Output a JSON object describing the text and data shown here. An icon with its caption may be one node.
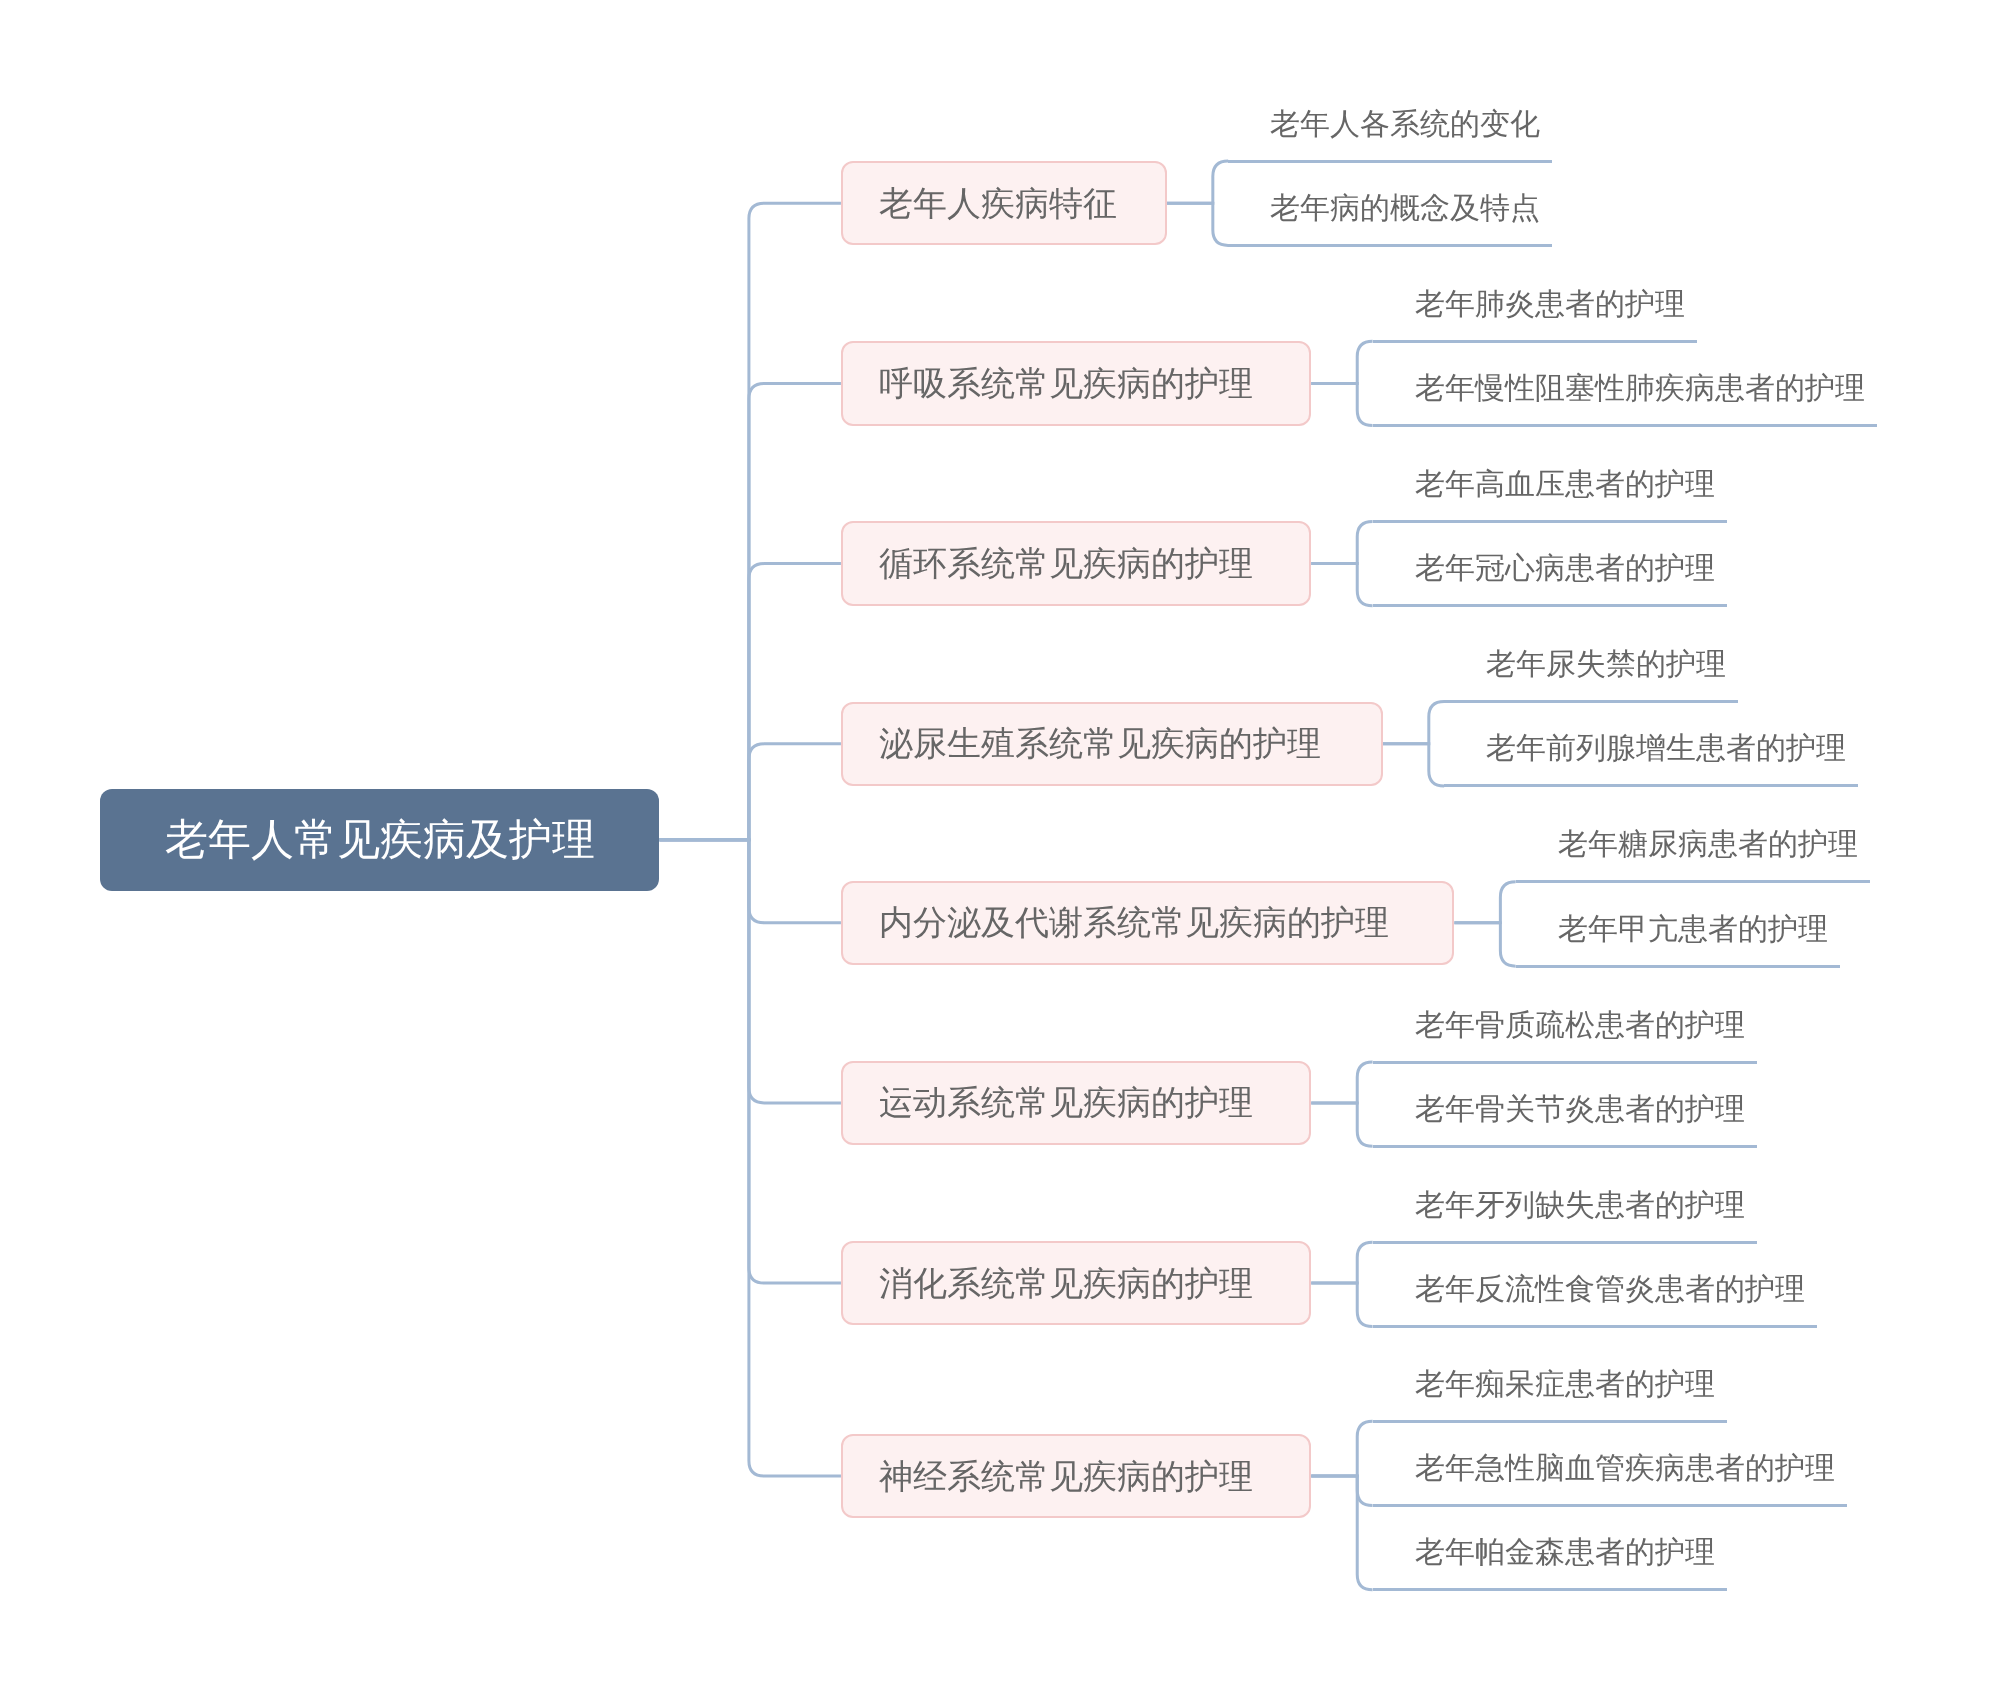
{
  "diagram": {
    "nodes": [
      {
        "text": [
          "老年人常见疾病及护理"
        ]
      },
      {
        "text": [
          "老年人疾病特征"
        ]
      },
      {
        "text": [
          "呼吸系统常见疾病的护理"
        ]
      },
      {
        "text": [
          "循环系统常见疾病的护理"
        ]
      },
      {
        "text": [
          "泌尿生殖系统常见疾病的护理"
        ]
      },
      {
        "text": [
          "内分泌及代谢系统常见疾病的护理"
        ]
      },
      {
        "text": [
          "运动系统常见疾病的护理"
        ]
      },
      {
        "text": [
          "消化系统常见疾病的护理"
        ]
      },
      {
        "text": [
          "神经系统常见疾病的护理"
        ]
      },
      {
        "text": [
          "老年人各系统的变化"
        ]
      },
      {
        "text": [
          "老年病的概念及特点"
        ]
      },
      {
        "text": [
          "老年肺炎患者的护理"
        ]
      },
      {
        "text": [
          "老年慢性阻塞性肺疾病患者的护理"
        ]
      },
      {
        "text": [
          "老年高血压患者的护理"
        ]
      },
      {
        "text": [
          "老年冠心病患者的护理"
        ]
      },
      {
        "text": [
          "老年尿失禁的护理"
        ]
      },
      {
        "text": [
          "老年前列腺增生患者的护理"
        ]
      },
      {
        "text": [
          "老年糖尿病患者的护理"
        ]
      },
      {
        "text": [
          "老年甲亢患者的护理"
        ]
      },
      {
        "text": [
          "老年骨质疏松患者的护理"
        ]
      },
      {
        "text": [
          "老年骨关节炎患者的护理"
        ]
      },
      {
        "text": [
          "老年牙列缺失患者的护理"
        ]
      },
      {
        "text": [
          "老年反流性食管炎患者的护理"
        ]
      },
      {
        "text": [
          "老年痴呆症患者的护理"
        ]
      },
      {
        "text": [
          "老年急性脑血管疾病患者的护理"
        ]
      },
      {
        "text": [
          "老年帕金森患者的护理"
        ]
      }
    ],
    "edges": [
      {
        "from": 0,
        "to": 1,
        "arrow": "none"
      },
      {
        "from": 0,
        "to": 2,
        "arrow": "none"
      },
      {
        "from": 0,
        "to": 3,
        "arrow": "none"
      },
      {
        "from": 0,
        "to": 4,
        "arrow": "none"
      },
      {
        "from": 0,
        "to": 5,
        "arrow": "none"
      },
      {
        "from": 0,
        "to": 6,
        "arrow": "none"
      },
      {
        "from": 0,
        "to": 7,
        "arrow": "none"
      },
      {
        "from": 0,
        "to": 8,
        "arrow": "none"
      },
      {
        "from": 1,
        "to": 9,
        "arrow": "none"
      },
      {
        "from": 1,
        "to": 10,
        "arrow": "none"
      },
      {
        "from": 2,
        "to": 11,
        "arrow": "none"
      },
      {
        "from": 2,
        "to": 12,
        "arrow": "none"
      },
      {
        "from": 3,
        "to": 13,
        "arrow": "none"
      },
      {
        "from": 3,
        "to": 14,
        "arrow": "none"
      },
      {
        "from": 4,
        "to": 15,
        "arrow": "none"
      },
      {
        "from": 4,
        "to": 16,
        "arrow": "none"
      },
      {
        "from": 5,
        "to": 17,
        "arrow": "none"
      },
      {
        "from": 5,
        "to": 18,
        "arrow": "none"
      },
      {
        "from": 6,
        "to": 19,
        "arrow": "none"
      },
      {
        "from": 6,
        "to": 20,
        "arrow": "none"
      },
      {
        "from": 7,
        "to": 21,
        "arrow": "none"
      },
      {
        "from": 7,
        "to": 22,
        "arrow": "none"
      },
      {
        "from": 8,
        "to": 23,
        "arrow": "none"
      },
      {
        "from": 8,
        "to": 24,
        "arrow": "none"
      },
      {
        "from": 8,
        "to": 25,
        "arrow": "none"
      }
    ]
  }
}
